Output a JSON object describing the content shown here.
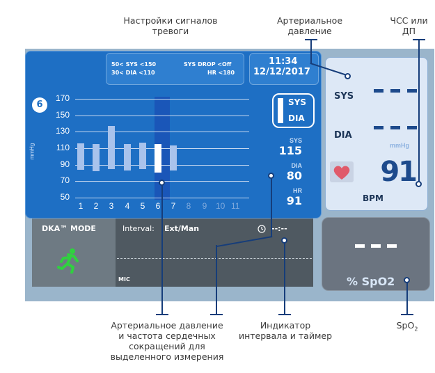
{
  "callouts": {
    "alarm_settings_1": "Настройки сигналов",
    "alarm_settings_2": "тревоги",
    "bp_1": "Артериальное",
    "bp_2": "давление",
    "hr_1": "ЧСС или",
    "hr_2": "ДП",
    "selected_1": "Артериальное давление",
    "selected_2": "и частота сердечных",
    "selected_3": "сокращений для",
    "selected_4": "выделенного измерения",
    "interval_1": "Индикатор",
    "interval_2": "интервала и таймер",
    "spo2": "SpO",
    "spo2_sub": "2"
  },
  "alarms": {
    "line1_left": "50< SYS <150",
    "line1_right": "SYS DROP <Off",
    "line2_left": "30< DIA <110",
    "line2_right": "HR <180"
  },
  "clock": {
    "time": "11:34",
    "date": "12/12/2017"
  },
  "chart": {
    "badge": "6",
    "unit": "mmHg",
    "legend_sys": "SYS",
    "legend_dia": "DIA"
  },
  "chart_data": {
    "type": "bar",
    "ylabel": "mmHg",
    "ylim": [
      50,
      170
    ],
    "yticks": [
      "170",
      "150",
      "130",
      "110",
      "90",
      "70",
      "50"
    ],
    "categories": [
      "1",
      "2",
      "3",
      "4",
      "5",
      "6",
      "7",
      "8",
      "9",
      "10",
      "11"
    ],
    "series": [
      {
        "name": "SYS",
        "values": [
          116,
          115,
          137,
          115,
          117,
          115,
          113,
          null,
          null,
          null,
          null
        ]
      },
      {
        "name": "DIA",
        "values": [
          84,
          82,
          85,
          83,
          85,
          80,
          83,
          null,
          null,
          null,
          null
        ]
      }
    ],
    "selected": "6",
    "active_categories": 7
  },
  "selected_reading": {
    "sys_label": "SYS",
    "sys_value": "115",
    "dia_label": "DIA",
    "dia_value": "80",
    "hr_label": "HR",
    "hr_value": "91"
  },
  "right_panel": {
    "sys_label": "SYS",
    "dia_label": "DIA",
    "unit": "mmHg",
    "hr_value": "91",
    "hr_unit": "BPM"
  },
  "mode": {
    "label": "DKA™ MODE"
  },
  "interval": {
    "label": "Interval:",
    "value": "Ext/Man",
    "timer": "--:--",
    "source": "MIC"
  },
  "spo2": {
    "value": "---",
    "label": "% SpO2"
  },
  "colors": {
    "screen": "#1e6fc4",
    "leader": "#163d7a",
    "heart": "#e05a6a"
  }
}
